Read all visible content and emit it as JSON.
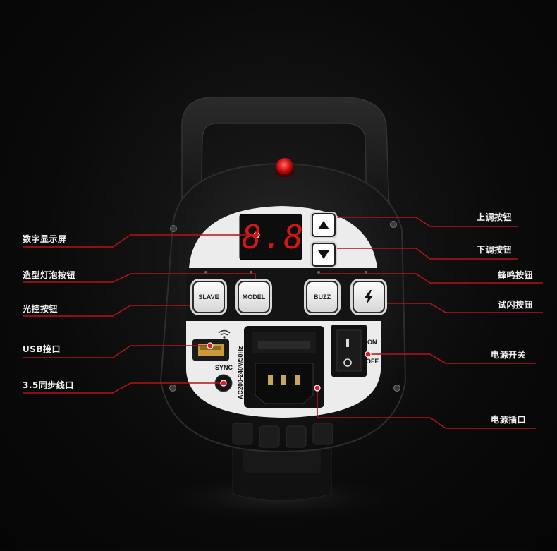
{
  "labels": {
    "display": "数字显示屏",
    "modeling_lamp": "造型灯泡按钮",
    "slave_btn": "光控按钮",
    "usb": "USB接口",
    "sync": "3.5同步线口",
    "up": "上调按钮",
    "down": "下调按钮",
    "buzz": "蜂鸣按钮",
    "test_flash": "试闪按钮",
    "power_switch": "电源开关",
    "power_socket": "电源插口"
  },
  "device": {
    "display_value": "8.8.",
    "buttons": {
      "slave": "SLAVE",
      "model": "MODEL",
      "buzz": "BUZZ"
    },
    "sync_label": "SYNC",
    "on_label": "ON",
    "off_label": "OFF",
    "voltage": "AC200-240V/50Hz"
  },
  "colors": {
    "callout_red": "#b3121a",
    "display_red": "#d41616",
    "panel_white": "#ececec",
    "body_black": "#141414"
  }
}
